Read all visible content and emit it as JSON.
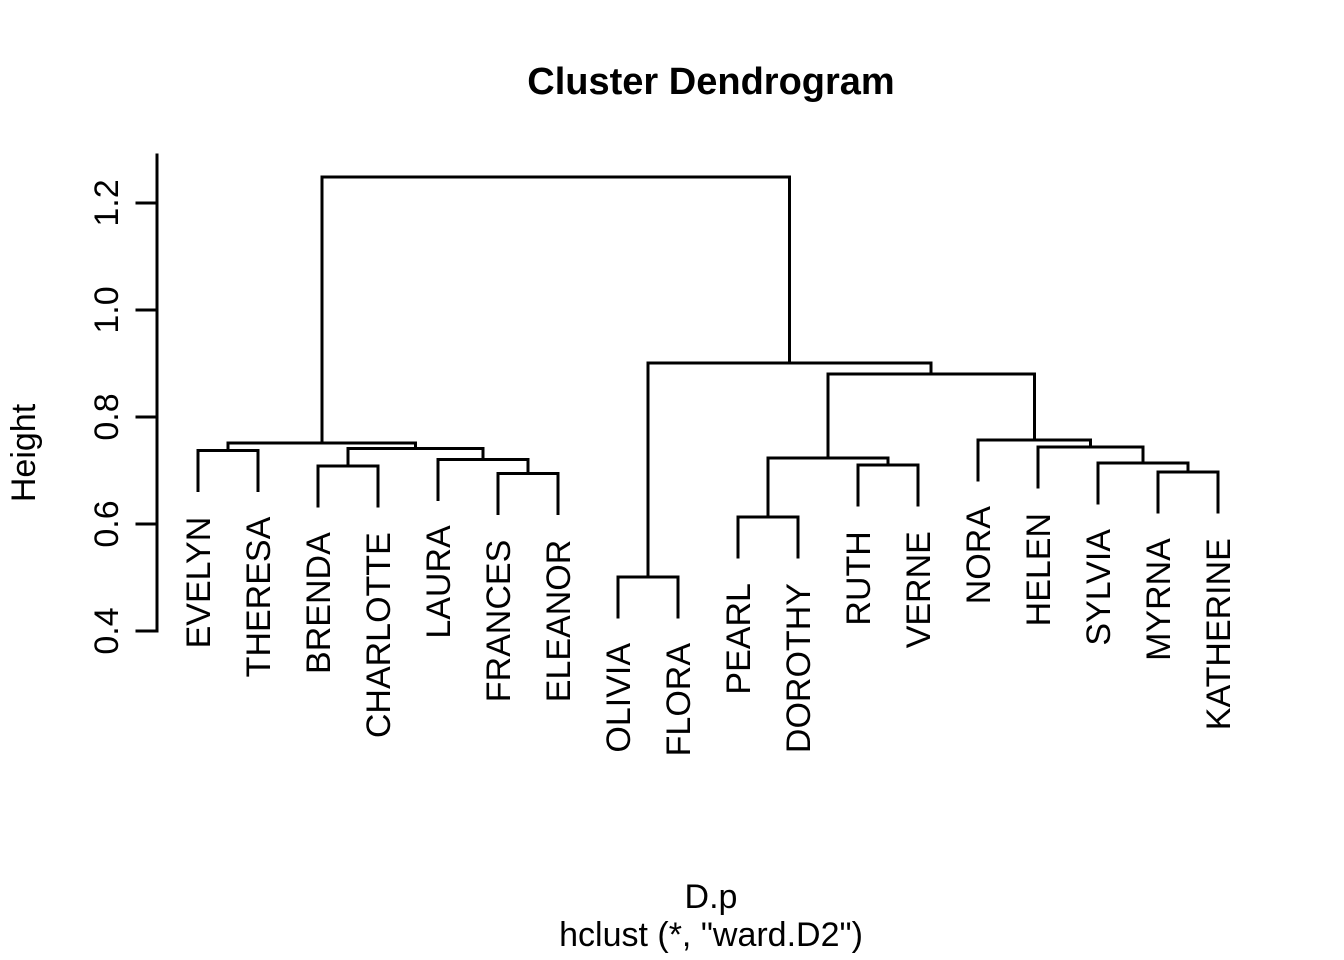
{
  "chart_data": {
    "type": "dendrogram",
    "title": "Cluster Dendrogram",
    "ylabel": "Height",
    "xlabel_line1": "D.p",
    "xlabel_line2": "hclust (*, \"ward.D2\")",
    "yticks": [
      0.4,
      0.6,
      0.8,
      1.0,
      1.2
    ],
    "ylim": [
      0.4,
      1.29
    ],
    "grid": false,
    "line_color": "#000000",
    "background_color": "#ffffff",
    "hang": 0.0748,
    "leaf_order": [
      "EVELYN",
      "THERESA",
      "BRENDA",
      "CHARLOTTE",
      "LAURA",
      "FRANCES",
      "ELEANOR",
      "OLIVIA",
      "FLORA",
      "PEARL",
      "DOROTHY",
      "RUTH",
      "VERNE",
      "NORA",
      "HELEN",
      "SYLVIA",
      "MYRNA",
      "KATHERINE"
    ],
    "merges": [
      {
        "id": "m_evelyn_theresa",
        "left": "EVELYN",
        "right": "THERESA",
        "height": 0.737
      },
      {
        "id": "m_brenda_charlotte",
        "left": "BRENDA",
        "right": "CHARLOTTE",
        "height": 0.708
      },
      {
        "id": "m_frances_eleanor",
        "left": "FRANCES",
        "right": "ELEANOR",
        "height": 0.694
      },
      {
        "id": "m_laura_fe",
        "left": "LAURA",
        "right": "m_frances_eleanor",
        "height": 0.721
      },
      {
        "id": "m_bc_lfe",
        "left": "m_brenda_charlotte",
        "right": "m_laura_fe",
        "height": 0.741
      },
      {
        "id": "m_left_cluster",
        "left": "m_evelyn_theresa",
        "right": "m_bc_lfe",
        "height": 0.751
      },
      {
        "id": "m_olivia_flora",
        "left": "OLIVIA",
        "right": "FLORA",
        "height": 0.501
      },
      {
        "id": "m_pearl_dorothy",
        "left": "PEARL",
        "right": "DOROTHY",
        "height": 0.613
      },
      {
        "id": "m_ruth_verne",
        "left": "RUTH",
        "right": "VERNE",
        "height": 0.71
      },
      {
        "id": "m_pd_rv",
        "left": "m_pearl_dorothy",
        "right": "m_ruth_verne",
        "height": 0.723
      },
      {
        "id": "m_myrna_katherine",
        "left": "MYRNA",
        "right": "KATHERINE",
        "height": 0.697
      },
      {
        "id": "m_sylvia_mk",
        "left": "SYLVIA",
        "right": "m_myrna_katherine",
        "height": 0.714
      },
      {
        "id": "m_helen_smk",
        "left": "HELEN",
        "right": "m_sylvia_mk",
        "height": 0.744
      },
      {
        "id": "m_nora_hsmk",
        "left": "NORA",
        "right": "m_helen_smk",
        "height": 0.757
      },
      {
        "id": "m_pdrv_nora",
        "left": "m_pd_rv",
        "right": "m_nora_hsmk",
        "height": 0.88
      },
      {
        "id": "m_of_rest",
        "left": "m_olivia_flora",
        "right": "m_pdrv_nora",
        "height": 0.901
      },
      {
        "id": "root",
        "left": "m_left_cluster",
        "right": "m_of_rest",
        "height": 1.249
      }
    ]
  }
}
